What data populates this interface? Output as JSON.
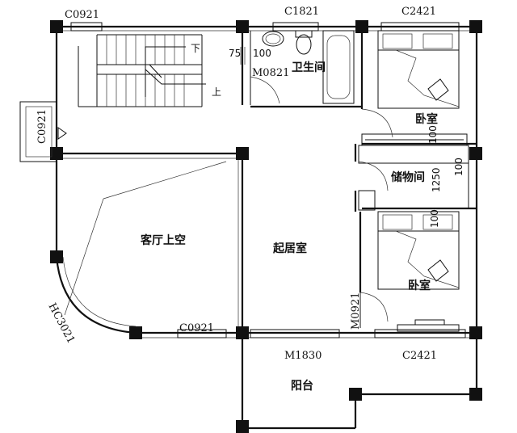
{
  "rooms": {
    "bathroom": "卫生间",
    "bedroom_top": "卧室",
    "storage": "储物间",
    "bedroom_bottom": "卧室",
    "living_void": "客厅上空",
    "family_room": "起居室",
    "balcony": "阳台"
  },
  "openings": {
    "window_top_left": "C0921",
    "window_bath": "C1821",
    "window_bed_top": "C2421",
    "window_side": "C0921",
    "window_bottom": "C0921",
    "door_bath": "M0821",
    "door_bedroom": "M0921",
    "door_balcony": "M1830",
    "window_balcony": "C2421",
    "corner_window": "HC3021"
  },
  "stairs": {
    "down": "下",
    "up": "上"
  },
  "dimensions": {
    "d75": "75",
    "d100_bath": "100",
    "d100_wardrobe": "100",
    "d100_storage": "100",
    "d1250": "1250",
    "d100_bed2": "100"
  }
}
